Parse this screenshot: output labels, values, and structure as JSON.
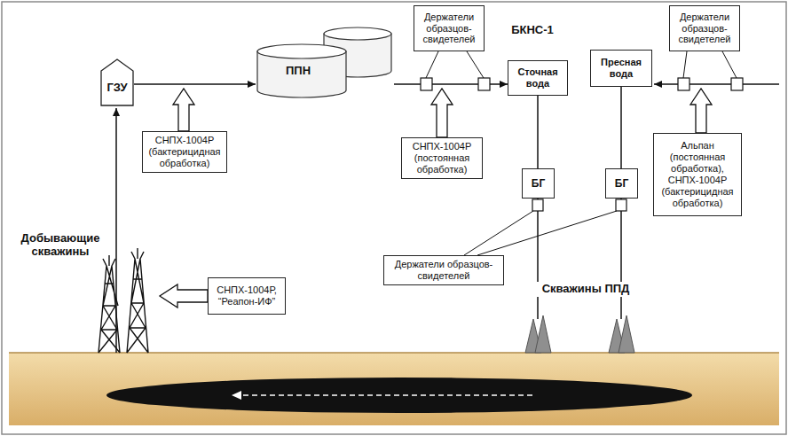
{
  "diagram": {
    "nodes": [
      {
        "text": [
          "ГЗУ"
        ]
      },
      {
        "text": [
          "СНПХ-1004Р (бактерицидная обработка)"
        ]
      },
      {
        "text": [
          "ППН"
        ]
      },
      {
        "text": [
          "Держатели образцов-свидетелей"
        ]
      },
      {
        "text": [
          "СНПХ-1004Р (постоянная обработка)"
        ]
      },
      {
        "text": [
          "Сточная вода"
        ]
      },
      {
        "text": [
          "Пресная вода"
        ]
      },
      {
        "text": [
          "Держатели образцов-свидетелей"
        ]
      },
      {
        "text": [
          "Альпан (постоянная обработка), СНПХ-1004Р (бактерицидная обработка)"
        ]
      },
      {
        "text": [
          "БГ"
        ]
      },
      {
        "text": [
          "БГ"
        ]
      },
      {
        "text": [
          "Держатели образцов-свидетелей"
        ]
      },
      {
        "text": [
          "СНПХ-1004Р, “Реапон-ИФ”"
        ]
      }
    ],
    "edges": [
      {
        "from": 0,
        "to": 2,
        "arrow": "to"
      },
      {
        "from": 2,
        "to": 5,
        "arrow": "to"
      },
      {
        "from": 5,
        "to": 9,
        "arrow": "none"
      },
      {
        "from": 6,
        "to": 10,
        "arrow": "none"
      }
    ],
    "labels": [
      "БКНС-1",
      "Добывающие скважины",
      "Скважины ППД"
    ]
  }
}
